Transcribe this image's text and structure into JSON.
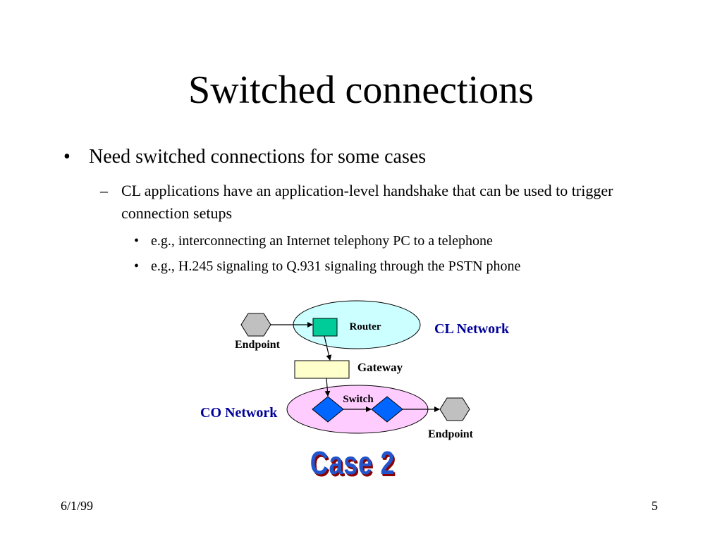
{
  "title": "Switched connections",
  "bullets": {
    "level1_marker": "•",
    "level1": "Need switched connections for some cases",
    "level2_marker": "–",
    "level2": "CL applications have an application-level handshake that can be used to trigger connection setups",
    "level3_marker": "•",
    "level3": [
      "e.g., interconnecting an Internet telephony PC to a telephone",
      "e.g., H.245 signaling to Q.931 signaling through the PSTN phone"
    ]
  },
  "diagram": {
    "router_label": "Router",
    "gateway_label": "Gateway",
    "switch_label": "Switch",
    "endpoint_top_label": "Endpoint",
    "endpoint_bottom_label": "Endpoint",
    "cl_network_label": "CL Network",
    "co_network_label": "CO Network",
    "colors": {
      "cl_cloud": "#ccffff",
      "co_cloud": "#ffccff",
      "router": "#00cc99",
      "gateway": "#ffffcc",
      "switch": "#0066ff",
      "endpoint": "#c0c0c0",
      "network_text": "#000099"
    }
  },
  "case_label": "Case 2",
  "footer": {
    "date": "6/1/99",
    "page": "5"
  }
}
